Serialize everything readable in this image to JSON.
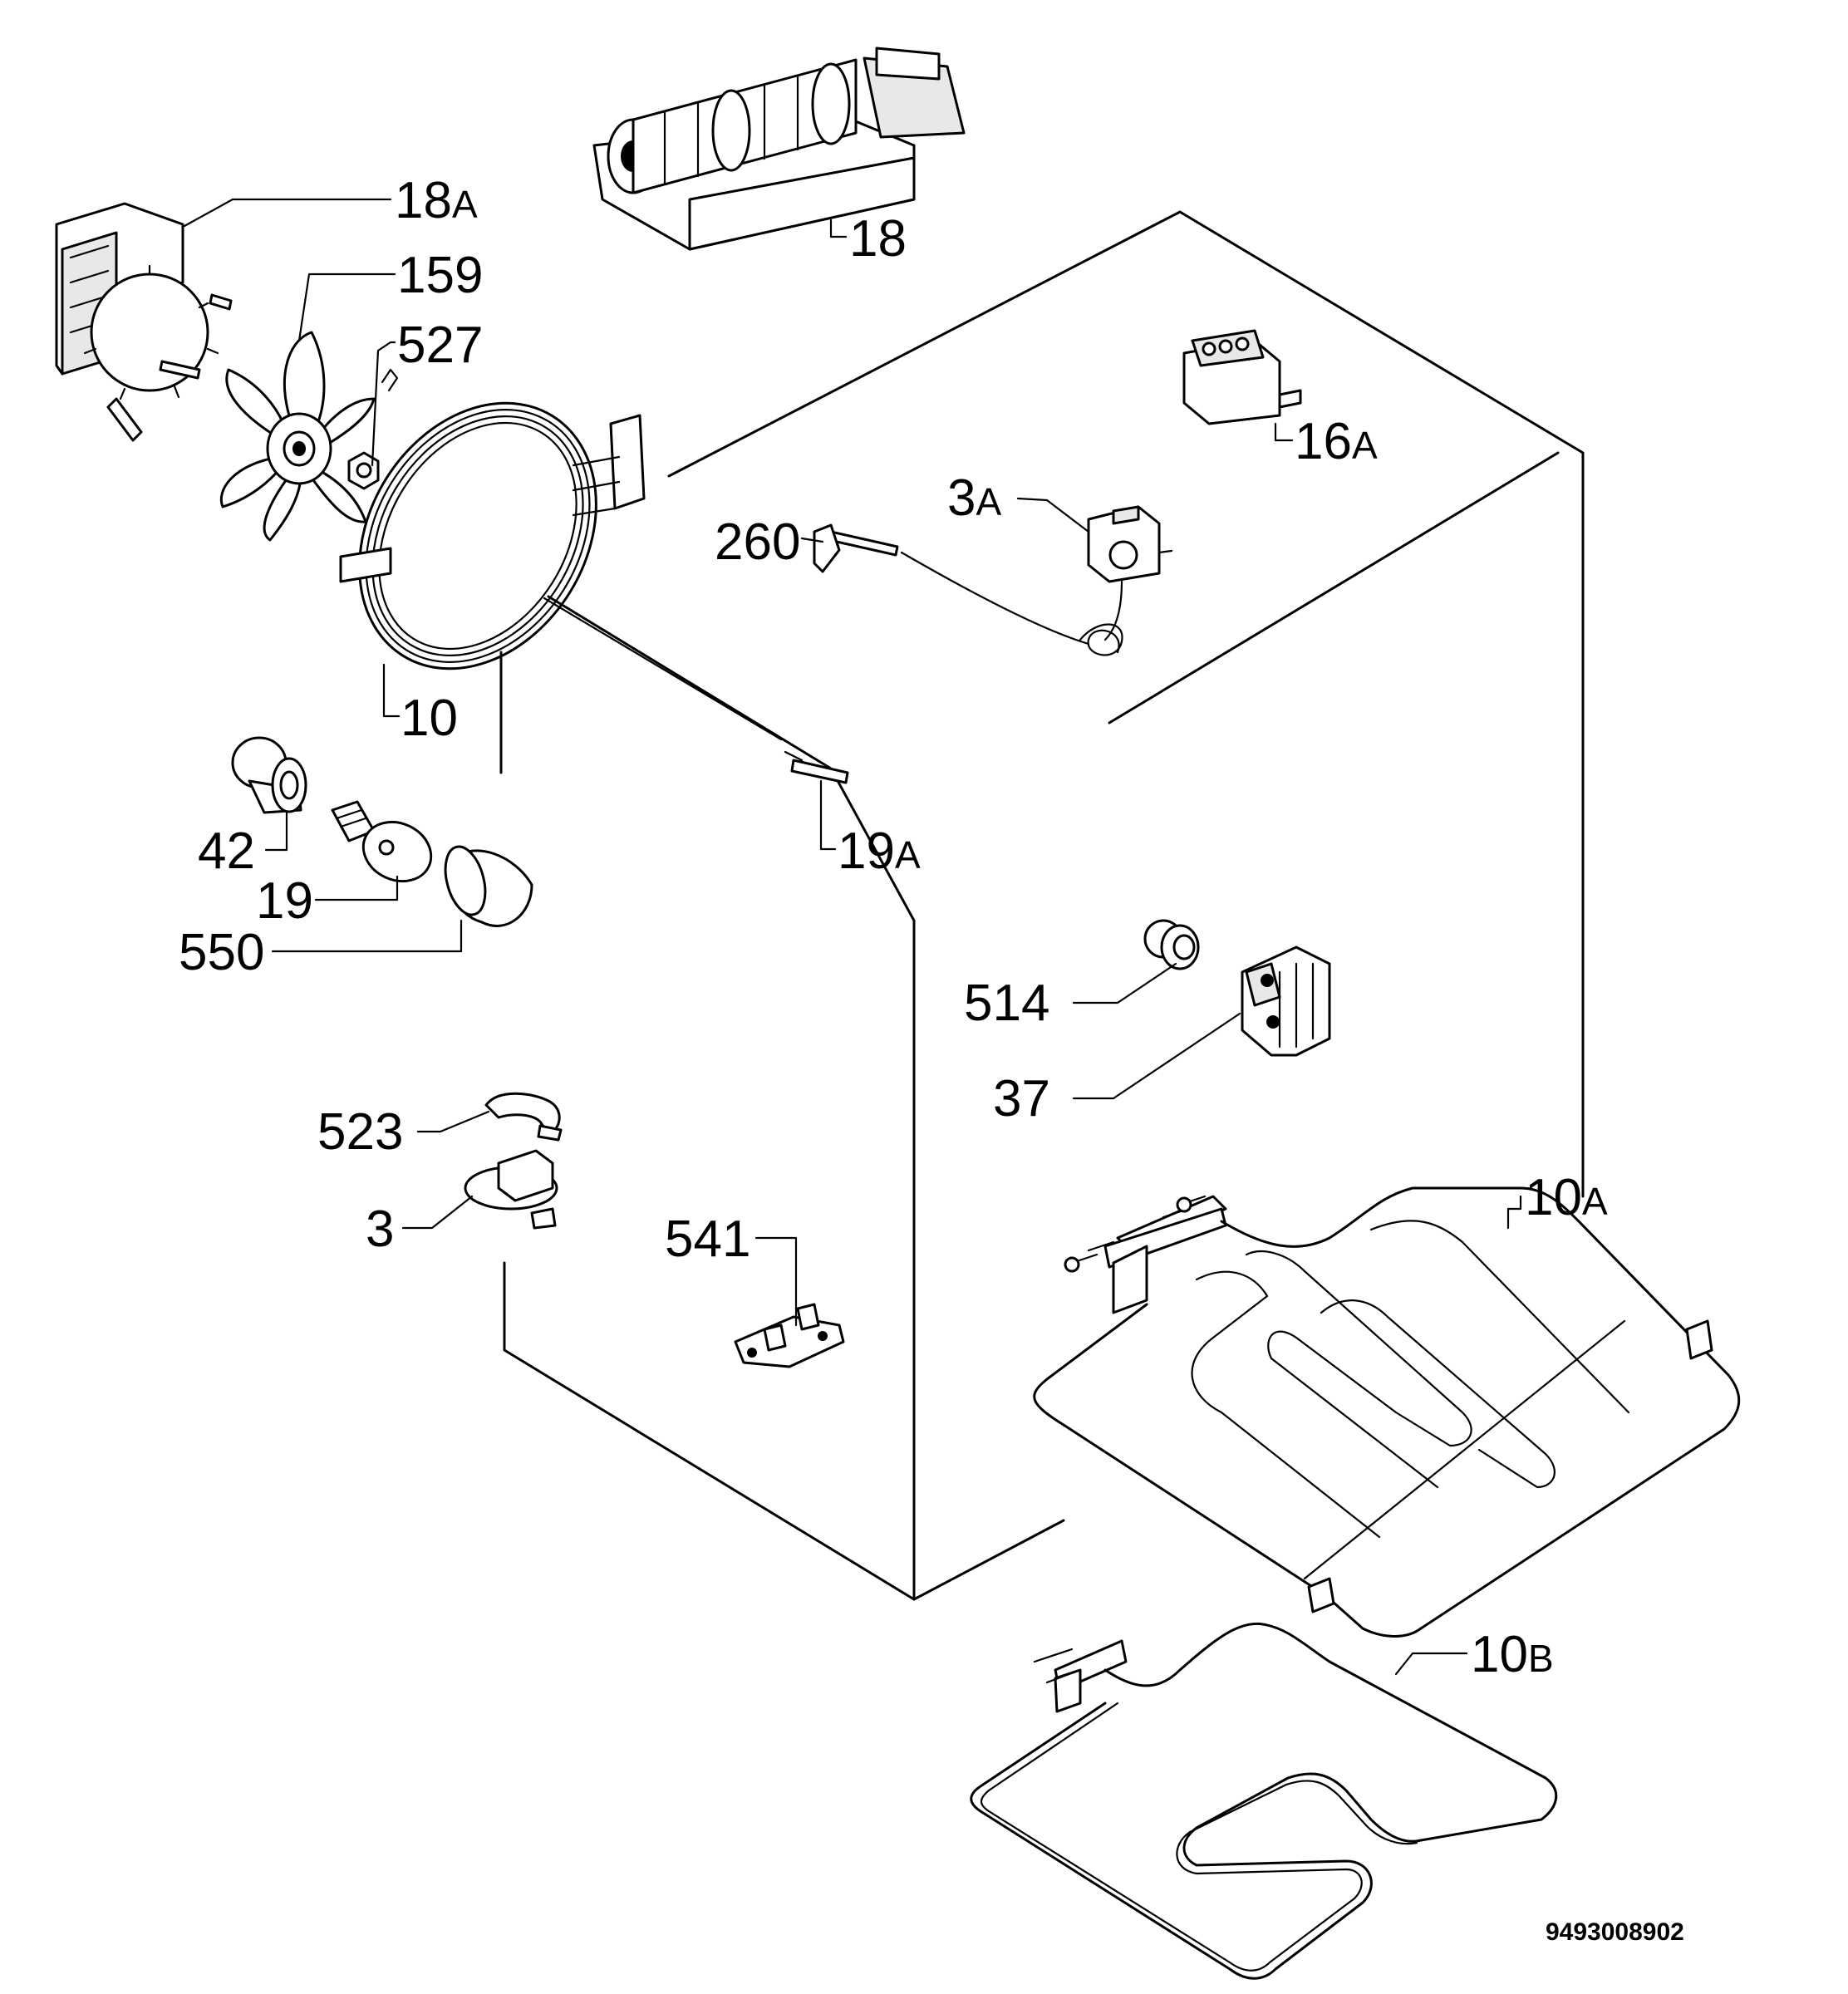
{
  "diagram": {
    "document_number": "9493008902",
    "labels": {
      "18A": {
        "main": "18",
        "suffix": "A"
      },
      "159": {
        "main": "159",
        "suffix": ""
      },
      "527": {
        "main": "527",
        "suffix": ""
      },
      "18": {
        "main": "18",
        "suffix": ""
      },
      "16A": {
        "main": "16",
        "suffix": "A"
      },
      "3A": {
        "main": "3",
        "suffix": "A"
      },
      "260": {
        "main": "260",
        "suffix": ""
      },
      "10": {
        "main": "10",
        "suffix": ""
      },
      "19A": {
        "main": "19",
        "suffix": "A"
      },
      "42": {
        "main": "42",
        "suffix": ""
      },
      "19": {
        "main": "19",
        "suffix": ""
      },
      "550": {
        "main": "550",
        "suffix": ""
      },
      "514": {
        "main": "514",
        "suffix": ""
      },
      "37": {
        "main": "37",
        "suffix": ""
      },
      "523": {
        "main": "523",
        "suffix": ""
      },
      "3": {
        "main": "3",
        "suffix": ""
      },
      "541": {
        "main": "541",
        "suffix": ""
      },
      "10A": {
        "main": "10",
        "suffix": "A"
      },
      "10B": {
        "main": "10",
        "suffix": "B"
      }
    }
  }
}
